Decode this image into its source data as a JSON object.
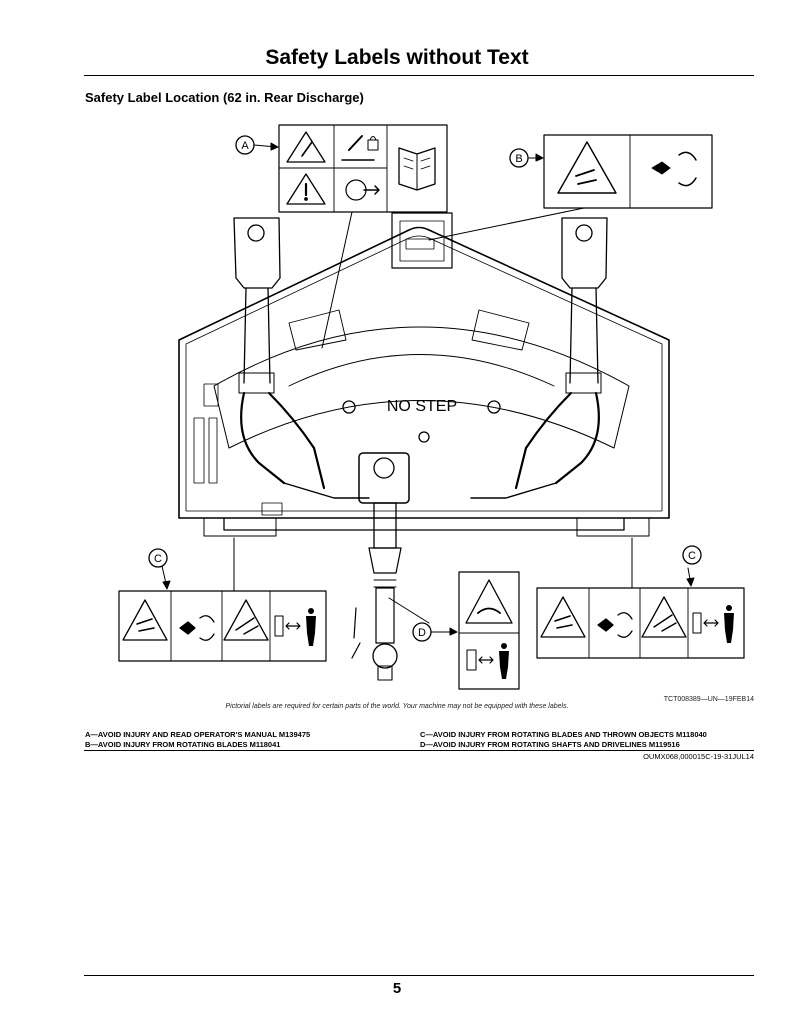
{
  "header": {
    "title": "Safety Labels without Text"
  },
  "section": {
    "heading": "Safety Label Location (62 in. Rear Discharge)"
  },
  "figure": {
    "deck_marking": "NO STEP",
    "callouts": {
      "a": "A",
      "b": "B",
      "c": "C",
      "d": "D"
    },
    "figure_id": "TCT008389—UN—19FEB14",
    "note": "Pictorial labels are required for certain parts of the world. Your machine may not be equipped with these labels."
  },
  "legend": {
    "a": "A—AVOID INJURY AND READ OPERATOR'S MANUAL M139475",
    "b": "B—AVOID INJURY FROM ROTATING BLADES M118041",
    "c": "C—AVOID INJURY FROM ROTATING BLADES AND THROWN OBJECTS M118040",
    "d": "D—AVOID INJURY FROM ROTATING SHAFTS AND DRIVELINES M119516"
  },
  "doc_ref": "OUMX068,000015C-19-31JUL14",
  "footer": {
    "page_number": "5"
  }
}
